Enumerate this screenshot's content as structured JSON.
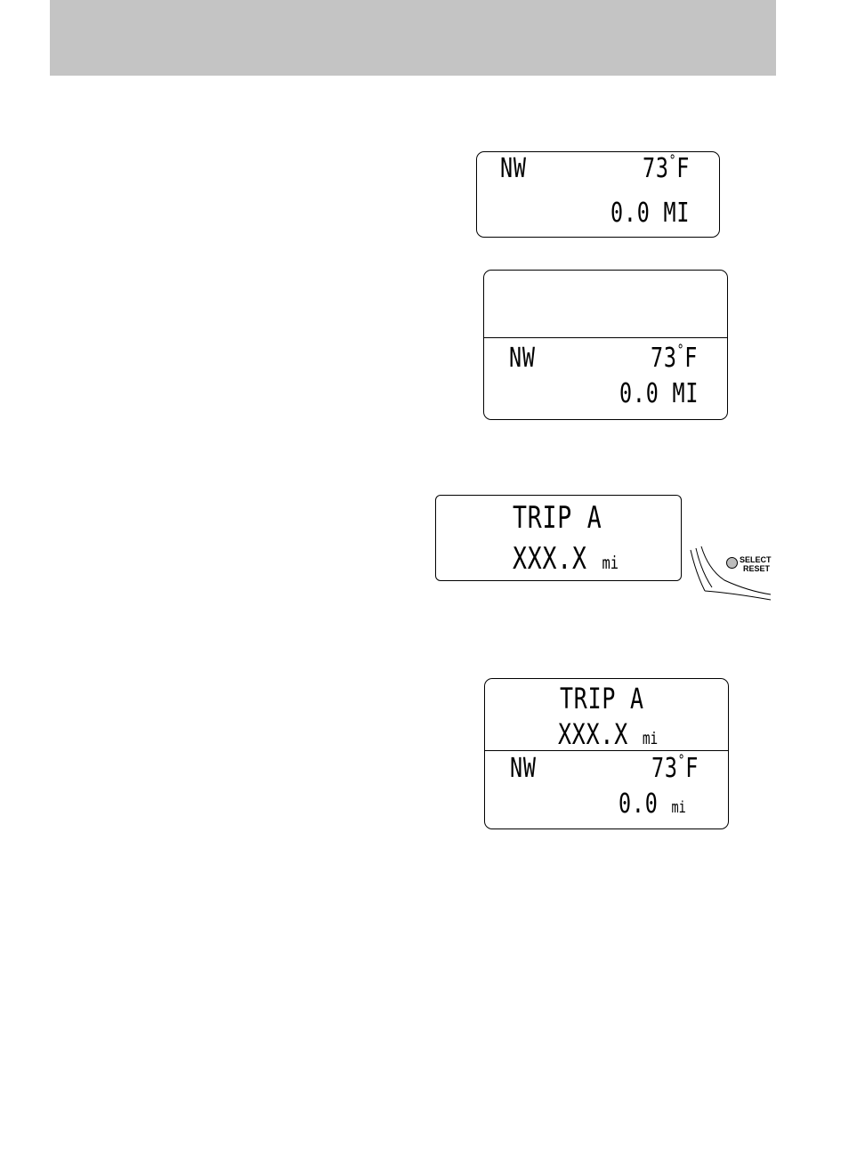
{
  "display1": {
    "direction": "NW",
    "temperature": "73",
    "temp_degree": "°",
    "temp_unit": "F",
    "distance": "0.0 MI"
  },
  "display2": {
    "direction": "NW",
    "temperature": "73",
    "temp_degree": "°",
    "temp_unit": "F",
    "distance": "0.0 MI"
  },
  "display3": {
    "title": "TRIP A",
    "value": "XXX.X",
    "unit": "mi"
  },
  "select_reset_button": {
    "line1": "SELECT",
    "line2": "RESET"
  },
  "display4": {
    "title": "TRIP A",
    "value": "XXX.X",
    "unit": "mi",
    "direction": "NW",
    "temperature": "73",
    "temp_degree": "°",
    "temp_unit": "F",
    "distance_value": "0.0",
    "distance_unit": "mi"
  }
}
